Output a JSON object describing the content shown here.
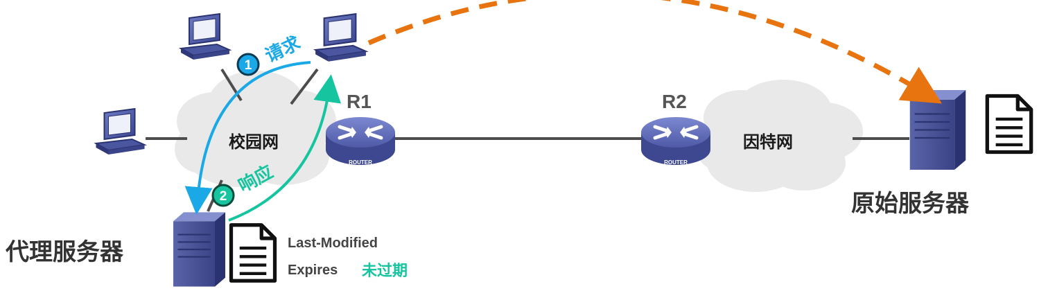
{
  "labels": {
    "campus_network": "校园网",
    "internet": "因特网",
    "router1": "R1",
    "router2": "R2",
    "router_caption": "ROUTER",
    "proxy_server": "代理服务器",
    "origin_server": "原始服务器",
    "step1_num": "1",
    "step1_text": "请求",
    "step2_num": "2",
    "step2_text": "响应",
    "header_last_modified": "Last-Modified",
    "header_expires": "Expires",
    "status_not_expired": "未过期"
  },
  "colors": {
    "request_arrow": "#1aa9e6",
    "response_arrow": "#17c4a0",
    "remote_arrow": "#e8740f",
    "cloud": "#e8e8e8",
    "router": "#5a67b6",
    "computer": "#3c4a8c",
    "link": "#4d4d4d"
  },
  "icons": [
    "computer-icon",
    "router-icon",
    "server-icon",
    "document-icon",
    "cloud-icon"
  ]
}
